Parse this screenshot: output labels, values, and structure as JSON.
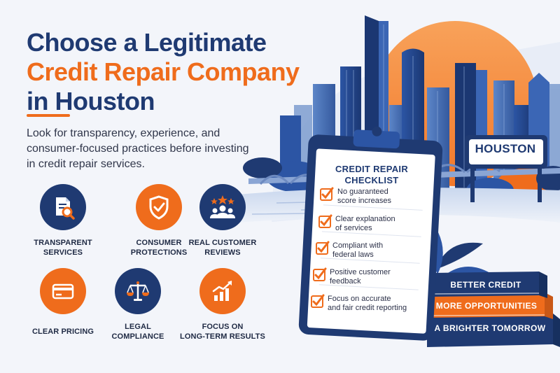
{
  "headline": {
    "line1": "Choose a Legitimate",
    "line2": "Credit Repair Company",
    "line3": "in Houston"
  },
  "intro": "Look for transparency, experience, and consumer-focused practices before investing in credit repair services.",
  "features": [
    {
      "label": "TRANSPARENT\nSERVICES",
      "icon": "document-search-icon",
      "color": "#1f3a72"
    },
    {
      "label": "CONSUMER\nPROTECTIONS",
      "icon": "shield-check-icon",
      "color": "#ef6c1c"
    },
    {
      "label": "REAL CUSTOMER\nREVIEWS",
      "icon": "people-stars-icon",
      "color": "#1f3a72"
    },
    {
      "label": "CLEAR PRICING",
      "icon": "credit-card-icon",
      "color": "#ef6c1c"
    },
    {
      "label": "LEGAL\nCOMPLIANCE",
      "icon": "scales-icon",
      "color": "#1f3a72"
    },
    {
      "label": "FOCUS ON\nLONG-TERM RESULTS",
      "icon": "growth-chart-icon",
      "color": "#ef6c1c"
    }
  ],
  "sign": "HOUSTON",
  "checklist": {
    "title": "CREDIT REPAIR\nCHECKLIST",
    "items": [
      "No guaranteed\nscore increases",
      "Clear explanation\nof services",
      "Compliant with\nfederal laws",
      "Positive customer\nfeedback",
      "Focus on accurate\nand fair credit reporting"
    ]
  },
  "books": [
    "BETTER CREDIT",
    "MORE OPPORTUNITIES",
    "A BRIGHTER TOMORROW"
  ],
  "colors": {
    "navy": "#1f3a72",
    "orange": "#ef6c1c",
    "background": "#f3f5fa"
  }
}
